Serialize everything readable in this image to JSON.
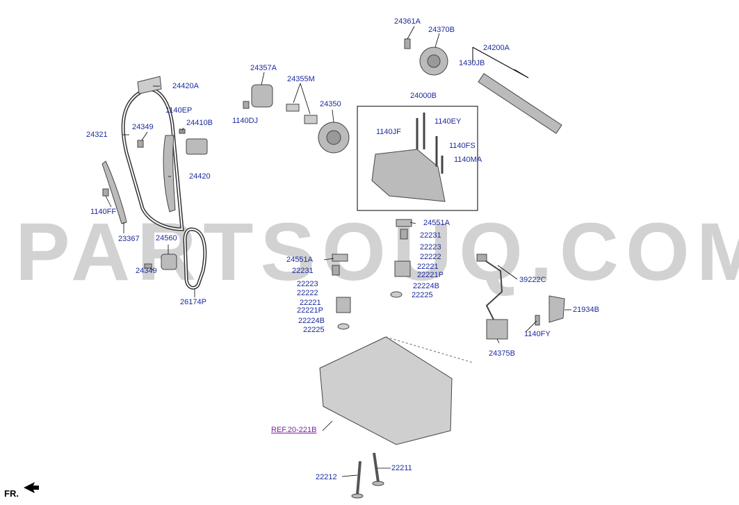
{
  "watermark": "PARTSOUQ.COM",
  "direction_label": "FR.",
  "reference_link": "REF.20-221B",
  "part_labels": [
    "24361A",
    "24370B",
    "24200A",
    "1430JB",
    "24357A",
    "24355M",
    "24000B",
    "24420A",
    "1140EP",
    "24410B",
    "24349",
    "24321",
    "24350",
    "1140DJ",
    "1140JF",
    "1140EY",
    "1140FS",
    "1140MA",
    "24420",
    "1140FF",
    "23367",
    "24560",
    "24349",
    "26174P",
    "24551A",
    "22231",
    "22223",
    "22222",
    "22221",
    "22221P",
    "22224B",
    "22225",
    "24551A",
    "22231",
    "22223",
    "22222",
    "22221",
    "22221P",
    "22224B",
    "22225",
    "39222C",
    "21934B",
    "1140FY",
    "24375B",
    "22212",
    "22211"
  ]
}
